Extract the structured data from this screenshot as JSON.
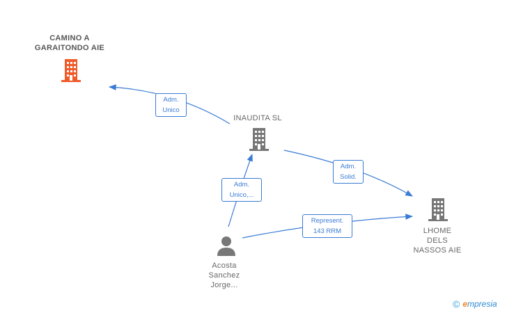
{
  "nodes": {
    "camino": {
      "line1": "CAMINO A",
      "line2": "GARAITONDO AIE",
      "icon": "building-icon",
      "color": "#f05a28"
    },
    "inaudita": {
      "line1": "INAUDITA  SL",
      "icon": "building-icon",
      "color": "#777777"
    },
    "lhome": {
      "line1": "LHOME",
      "line2": "DELS",
      "line3": "NASSOS  AIE",
      "icon": "building-icon",
      "color": "#777777"
    },
    "acosta": {
      "line1": "Acosta",
      "line2": "Sanchez",
      "line3": "Jorge...",
      "icon": "person-icon",
      "color": "#777777"
    }
  },
  "edges": {
    "e1": {
      "line1": "Adm.",
      "line2": "Unico"
    },
    "e2": {
      "line1": "Adm.",
      "line2": "Solid."
    },
    "e3": {
      "line1": "Adm.",
      "line2": "Unico,..."
    },
    "e4": {
      "line1": "Represent.",
      "line2": "143 RRM"
    }
  },
  "colors": {
    "edge": "#3a7bd5",
    "accent": "#f05a28"
  },
  "brand": {
    "copyright": "©",
    "e": "e",
    "rest": "mpresia"
  }
}
